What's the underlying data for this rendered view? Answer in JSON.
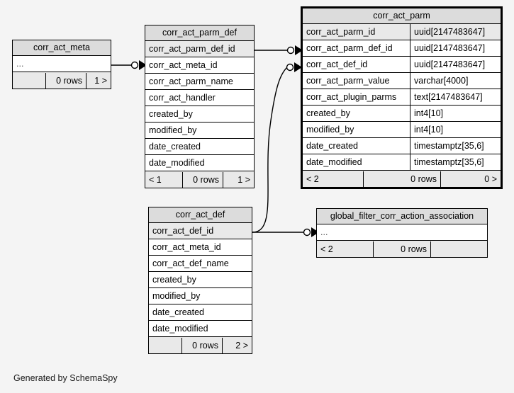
{
  "caption": "Generated by SchemaSpy",
  "colors": {
    "page_background": "#f4f4f4",
    "header_fill": "#dcdcdc",
    "primary_key_fill": "#e9e9e9",
    "footer_fill": "#e9e9e9",
    "border": "#000000",
    "text": "#000000"
  },
  "entities": {
    "corr_act_meta": {
      "title": "corr_act_meta",
      "rows": [
        {
          "name": "...",
          "type": ""
        }
      ],
      "footer": {
        "left": "",
        "middle": "0 rows",
        "right": "1 >"
      }
    },
    "corr_act_parm_def": {
      "title": "corr_act_parm_def",
      "rows": [
        {
          "name": "corr_act_parm_def_id",
          "type": ""
        },
        {
          "name": "corr_act_meta_id",
          "type": ""
        },
        {
          "name": "corr_act_parm_name",
          "type": ""
        },
        {
          "name": "corr_act_handler",
          "type": ""
        },
        {
          "name": "created_by",
          "type": ""
        },
        {
          "name": "modified_by",
          "type": ""
        },
        {
          "name": "date_created",
          "type": ""
        },
        {
          "name": "date_modified",
          "type": ""
        }
      ],
      "footer": {
        "left": "< 1",
        "middle": "0 rows",
        "right": "1 >"
      }
    },
    "corr_act_parm": {
      "title": "corr_act_parm",
      "rows": [
        {
          "name": "corr_act_parm_id",
          "type": "uuid[2147483647]"
        },
        {
          "name": "corr_act_parm_def_id",
          "type": "uuid[2147483647]"
        },
        {
          "name": "corr_act_def_id",
          "type": "uuid[2147483647]"
        },
        {
          "name": "corr_act_parm_value",
          "type": "varchar[4000]"
        },
        {
          "name": "corr_act_plugin_parms",
          "type": "text[2147483647]"
        },
        {
          "name": "created_by",
          "type": "int4[10]"
        },
        {
          "name": "modified_by",
          "type": "int4[10]"
        },
        {
          "name": "date_created",
          "type": "timestamptz[35,6]"
        },
        {
          "name": "date_modified",
          "type": "timestamptz[35,6]"
        }
      ],
      "footer": {
        "left": "< 2",
        "middle": "0 rows",
        "right": "0 >"
      }
    },
    "corr_act_def": {
      "title": "corr_act_def",
      "rows": [
        {
          "name": "corr_act_def_id",
          "type": ""
        },
        {
          "name": "corr_act_meta_id",
          "type": ""
        },
        {
          "name": "corr_act_def_name",
          "type": ""
        },
        {
          "name": "created_by",
          "type": ""
        },
        {
          "name": "modified_by",
          "type": ""
        },
        {
          "name": "date_created",
          "type": ""
        },
        {
          "name": "date_modified",
          "type": ""
        }
      ],
      "footer": {
        "left": "",
        "middle": "0 rows",
        "right": "2 >"
      }
    },
    "global_filter_corr_action_association": {
      "title": "global_filter_corr_action_association",
      "rows": [
        {
          "name": "...",
          "type": ""
        }
      ],
      "footer": {
        "left": "< 2",
        "middle": "0 rows",
        "right": ""
      }
    }
  },
  "relationships": [
    {
      "name": "corr_act_meta-to-corr_act_parm_def",
      "from": "corr_act_meta",
      "to": "corr_act_parm_def.corr_act_meta_id"
    },
    {
      "name": "corr_act_parm_def-to-corr_act_parm",
      "from": "corr_act_parm_def.corr_act_parm_def_id",
      "to": "corr_act_parm.corr_act_parm_def_id"
    },
    {
      "name": "corr_act_def-to-corr_act_parm",
      "from": "corr_act_def.corr_act_def_id",
      "to": "corr_act_parm.corr_act_def_id"
    },
    {
      "name": "corr_act_def-to-global-filter",
      "from": "corr_act_def.corr_act_def_id",
      "to": "global_filter_corr_action_association"
    }
  ]
}
